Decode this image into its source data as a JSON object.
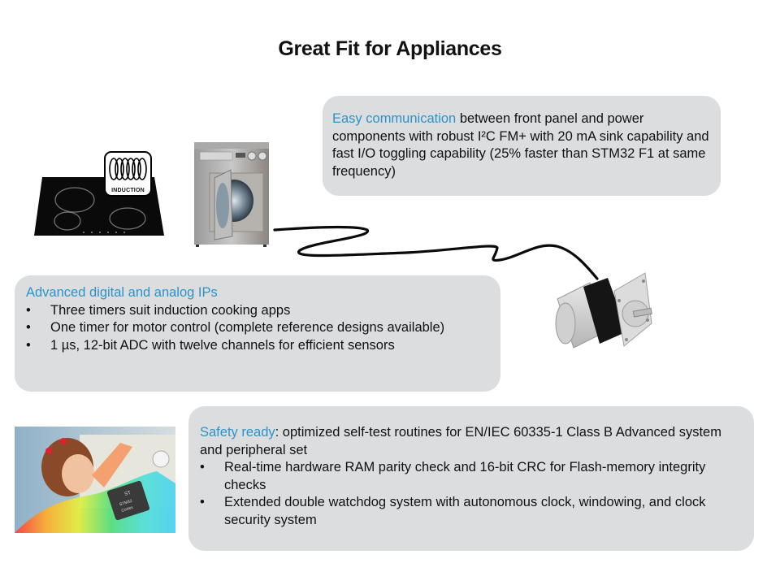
{
  "slide": {
    "title": "Great Fit for Appliances"
  },
  "colors": {
    "accent": "#2b93c8",
    "box_background": "#dcdddf",
    "text": "#111111"
  },
  "communication_box": {
    "highlight": "Easy communication",
    "text": " between front panel and power components with robust I²C FM+ with 20 mA sink capability and fast I/O toggling capability (25% faster than STM32 F1 at same frequency)"
  },
  "ips_box": {
    "heading": "Advanced digital and analog IPs",
    "bullet_glyph": "•",
    "bullets": [
      "Three timers suit induction cooking apps",
      "One timer for motor control (complete reference designs available)",
      "1 µs, 12-bit ADC with twelve channels for efficient sensors"
    ]
  },
  "safety_box": {
    "highlight": "Safety ready",
    "text": ": optimized self-test routines for EN/IEC 60335-1 Class B Advanced system and peripheral set",
    "bullet_glyph": "•",
    "bullets": [
      "Real-time hardware RAM parity check and 16-bit CRC for Flash-memory integrity checks",
      "Extended double watchdog system with autonomous clock, windowing, and clock security system"
    ]
  },
  "illustrations": {
    "induction_badge_label": "INDUCTION",
    "chip_labels": [
      "ST",
      "STM32",
      "Cortex"
    ]
  }
}
